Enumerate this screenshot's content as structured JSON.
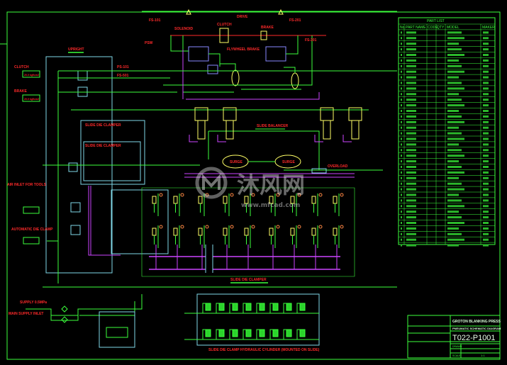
{
  "drawing": {
    "sections": {
      "drive": "DRIVE",
      "upright": "UPRIGHT",
      "clutch": "CLUTCH",
      "brake": "BRAKE",
      "balancer": "SLIDE BALANCER",
      "clamper": "SLIDE DIE CLAMPER",
      "hyd_cylinder": "SLIDE DIE CLAMP HYDRAULIC CYLINDER  (MOUNTED ON SLIDE)",
      "air_inlet": "AIR INLET FOR TOOLS",
      "clutch_pressure": "20.0 kgf/cm2",
      "brake_pressure": "20.0 kgf/cm2",
      "supply": "MAIN SUPPLY INLET",
      "flywheel": "FLYWHEEL BRAKE",
      "ov_coil": "OVERLOAD",
      "tank1": "SURGE",
      "tank2": "SURGE"
    },
    "part_list": {
      "title": "PART LIST",
      "headers": [
        "No.",
        "PART NAME",
        "CODE",
        "QTY",
        "MODEL",
        "MAKER"
      ]
    },
    "title_block": {
      "company": "GROTON BLANKING PRESS",
      "drawing_title": "PNEUMATIC SCHEMATIC DIAGRAM",
      "drawing_no": "T022-P1001",
      "scale_label": "SCALE",
      "scale_value": "1:1",
      "drawn_label": "DRAWN"
    },
    "watermark": {
      "logo_text": "沐风网",
      "url": "www.mfcad.com"
    },
    "colors": {
      "line": "#3cff3c",
      "text": "#ff2a2a",
      "frame": "#7fd8e8",
      "yellow": "#ffff66",
      "magenta": "#cc44ff"
    }
  }
}
